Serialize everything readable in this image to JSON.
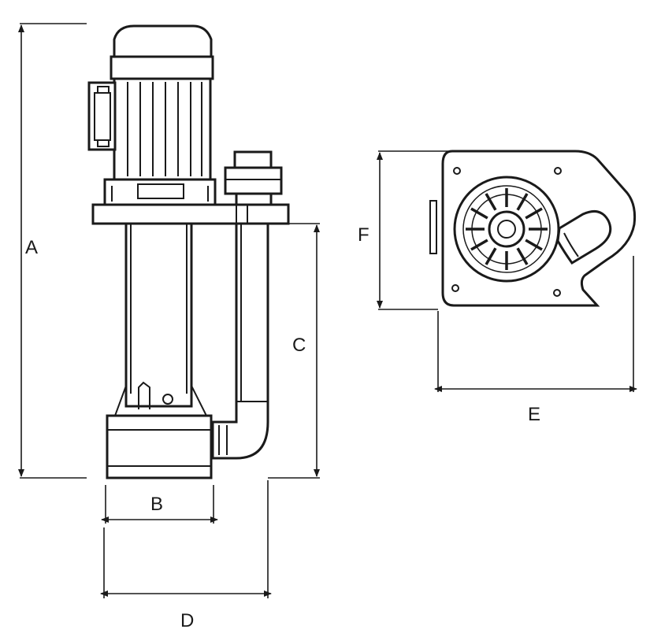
{
  "diagram": {
    "dimension_labels": {
      "a": "A",
      "b": "B",
      "c": "C",
      "d": "D",
      "e": "E",
      "f": "F"
    },
    "line_color": "#1a1a1a",
    "background_color": "#ffffff"
  }
}
